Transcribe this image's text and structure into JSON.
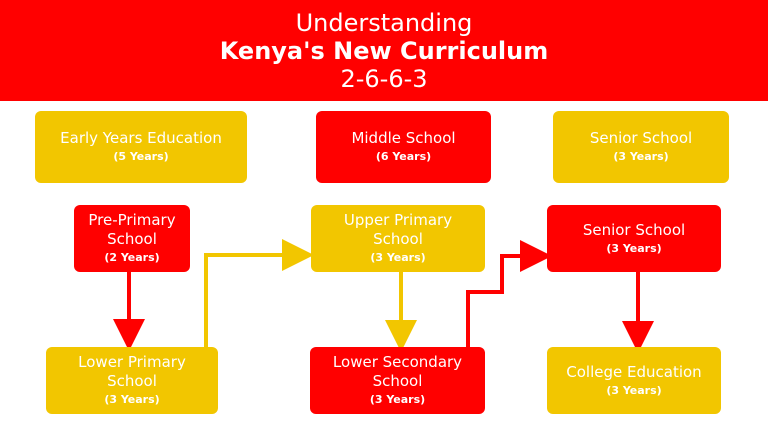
{
  "header": {
    "line1": "Understanding",
    "line2": "Kenya's New Curriculum",
    "line3": "2-6-6-3"
  },
  "columns": {
    "early": {
      "title": "Early Years Education",
      "duration": "(5 Years)"
    },
    "middle": {
      "title": "Middle School",
      "duration": "(6 Years)"
    },
    "senior": {
      "title": "Senior School",
      "duration": "(3 Years)"
    }
  },
  "stages": {
    "pre_primary": {
      "line1": "Pre-Primary",
      "line2": "School",
      "duration": "(2 Years)"
    },
    "lower_primary": {
      "line1": "Lower Primary",
      "line2": "School",
      "duration": "(3 Years)"
    },
    "upper_primary": {
      "line1": "Upper Primary",
      "line2": "School",
      "duration": "(3 Years)"
    },
    "lower_secondary": {
      "line1": "Lower Secondary",
      "line2": "School",
      "duration": "(3 Years)"
    },
    "senior_school": {
      "line1": "Senior School",
      "duration": "(3 Years)"
    },
    "college": {
      "line1": "College Education",
      "duration": "(3 Years)"
    }
  },
  "colors": {
    "red": "#ff0000",
    "yellow": "#f2c600",
    "white": "#ffffff"
  }
}
